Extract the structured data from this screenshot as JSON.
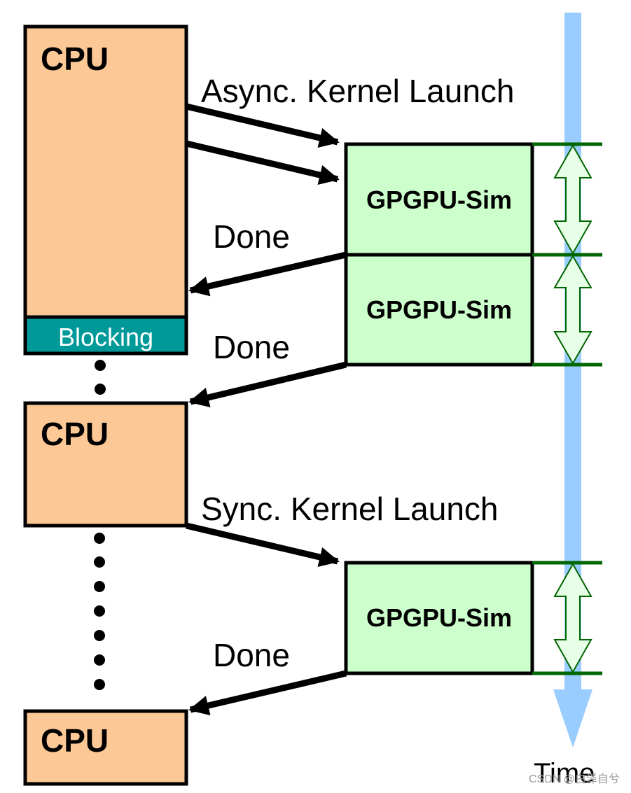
{
  "diagram": {
    "cpu_label": "CPU",
    "blocking_label": "Blocking",
    "gpu_label": "GPGPU-Sim",
    "async_label": "Async. Kernel Launch",
    "sync_label": "Sync. Kernel Launch",
    "done_label": "Done",
    "time_label": "Time",
    "watermark": "CSDN @白泽自兮"
  },
  "colors": {
    "cpu_fill": "#fcc896",
    "gpu_fill": "#ccffcc",
    "blocking_fill": "#009999",
    "timeline": "#99ccff",
    "tick": "#006600",
    "duration_arrow_fill": "#e6ffe6",
    "duration_arrow_stroke": "#006600"
  }
}
